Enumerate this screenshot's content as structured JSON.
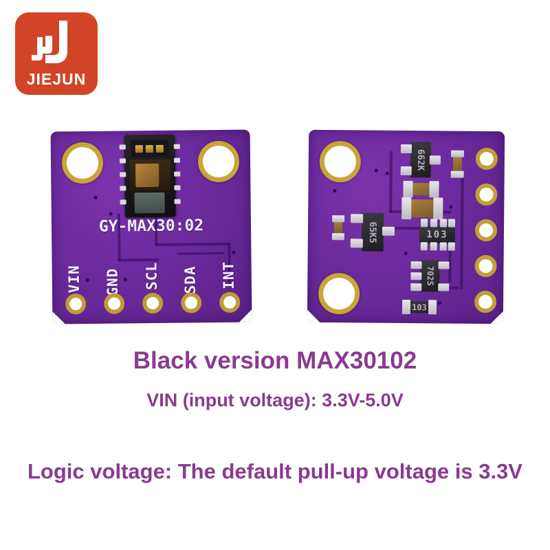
{
  "brand": {
    "name": "JIEJUN",
    "logo_icon": "jiejun-j-monogram-icon",
    "background_color": "#d24428",
    "foreground_color": "#ffffff"
  },
  "theme": {
    "caption_color": "#8a3a90",
    "pcb_color": "#6a2a9c",
    "pad_gold_color": "#c3a036",
    "page_background": "#ffffff"
  },
  "product": {
    "boards": [
      {
        "view": "front",
        "silkscreen_title": "GY-MAX30:02",
        "pin_labels": [
          "VIN",
          "GND",
          "SCL",
          "SDA",
          "INT"
        ],
        "components": [
          {
            "name": "max30102-sensor",
            "marking": ""
          }
        ],
        "mounting_holes": 2,
        "pad_count": 5
      },
      {
        "view": "back",
        "silkscreen_title": "",
        "components": [
          {
            "name": "regulator-sot23",
            "marking": "662K"
          },
          {
            "name": "level-shifter-sot23",
            "marking": "65K5"
          },
          {
            "name": "resistor-array",
            "marking": "103"
          },
          {
            "name": "ldo-sot23-5",
            "marking": "702S"
          },
          {
            "name": "chip-resistor",
            "marking": "103"
          }
        ],
        "mounting_holes": 2,
        "pad_count": 5
      }
    ]
  },
  "captions": {
    "title": "Black version  MAX30102",
    "input_voltage": "VIN (input voltage): 3.3V-5.0V",
    "logic_voltage": "Logic voltage: The default pull-up voltage is 3.3V"
  }
}
